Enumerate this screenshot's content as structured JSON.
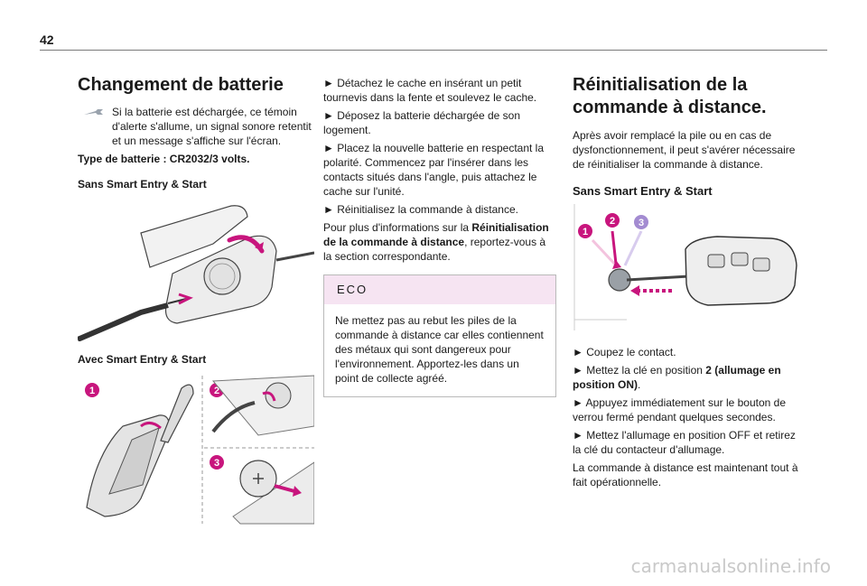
{
  "page": {
    "number": "42",
    "watermark": "carmanualsonline.info"
  },
  "col1": {
    "title": "Changement de batterie",
    "tip": "Si la batterie est déchargée, ce témoin d'alerte s'allume, un signal sonore retentit et un message s'affiche sur l'écran.",
    "battery_type": "Type de batterie : CR2032/3 volts.",
    "sub_without": "Sans Smart Entry & Start",
    "sub_with": "Avec Smart Entry & Start",
    "steps": [
      "1",
      "2",
      "3"
    ]
  },
  "col2": {
    "step1": "► Détachez le cache en insérant un petit tournevis dans la fente et soulevez le cache.",
    "step2": "► Déposez la batterie déchargée de son logement.",
    "step3": "► Placez la nouvelle batterie en respectant la polarité. Commencez par l'insérer dans les contacts situés dans l'angle, puis attachez le cache sur l'unité.",
    "step4": "► Réinitialisez la commande à distance.",
    "more_pre": "Pour plus d'informations sur la ",
    "more_bold": "Réinitialisation de la commande à distance",
    "more_post": ", reportez-vous à la section correspondante.",
    "eco_title": "ECO",
    "eco_text": "Ne mettez pas au rebut les piles de la commande à distance car elles contiennent des métaux qui sont dangereux pour l'environnement. Apportez-les dans un point de collecte agréé."
  },
  "col3": {
    "title": "Réinitialisation de la commande à distance.",
    "intro": "Après avoir remplacé la pile ou en cas de dysfonctionnement, il peut s'avérer nécessaire de réinitialiser la commande à distance.",
    "sub": "Sans Smart Entry & Start",
    "steps": [
      "1",
      "2",
      "3"
    ],
    "s1": "► Coupez le contact.",
    "s2_pre": "► Mettez la clé en position ",
    "s2_bold": "2 (allumage en position ON)",
    "s2_post": ".",
    "s3": "► Appuyez immédiatement sur le bouton de verrou fermé pendant quelques secondes.",
    "s4": "► Mettez l'allumage en position OFF et retirez la clé du contacteur d'allumage.",
    "s5": "La commande à distance est maintenant tout à fait opérationnelle."
  },
  "colors": {
    "magenta": "#c8157d",
    "lavender": "#a38bd1",
    "eco_bg": "#f6e4f2",
    "rule": "#7a7a7a"
  }
}
